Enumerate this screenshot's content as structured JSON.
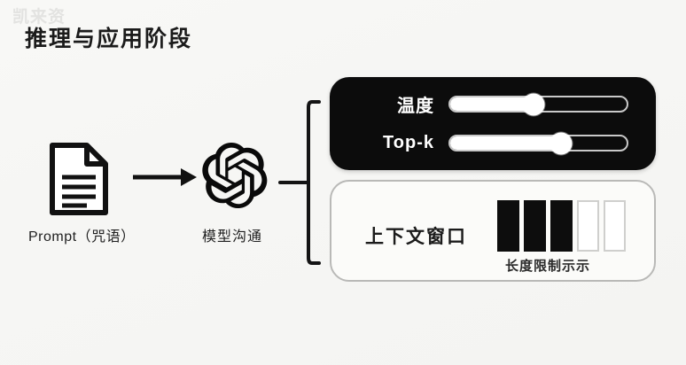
{
  "watermark": "凯来资",
  "slide": {
    "title": "推理与应用阶段"
  },
  "flow": {
    "prompt_node": {
      "icon": "document-icon",
      "label": "Prompt（咒语）"
    },
    "arrow": {
      "icon": "arrow-right-icon"
    },
    "model_node": {
      "icon": "openai-logo-icon",
      "label": "模型沟通"
    },
    "bracket": {
      "icon": "curly-bracket-icon"
    }
  },
  "params_panel": {
    "background_color": "#0c0c0c",
    "sliders": [
      {
        "label": "温度",
        "value_percent": 47,
        "knob_percent": 47
      },
      {
        "label": "Top-k",
        "value_percent": 63,
        "knob_percent": 63
      }
    ]
  },
  "context_panel": {
    "background_color": "#fbfbf9",
    "border_color": "#b9b9b7",
    "label": "上下文窗口",
    "caption": "长度限制示示",
    "bars": [
      {
        "state": "filled"
      },
      {
        "state": "filled"
      },
      {
        "state": "filled"
      },
      {
        "state": "empty"
      },
      {
        "state": "empty"
      }
    ]
  }
}
